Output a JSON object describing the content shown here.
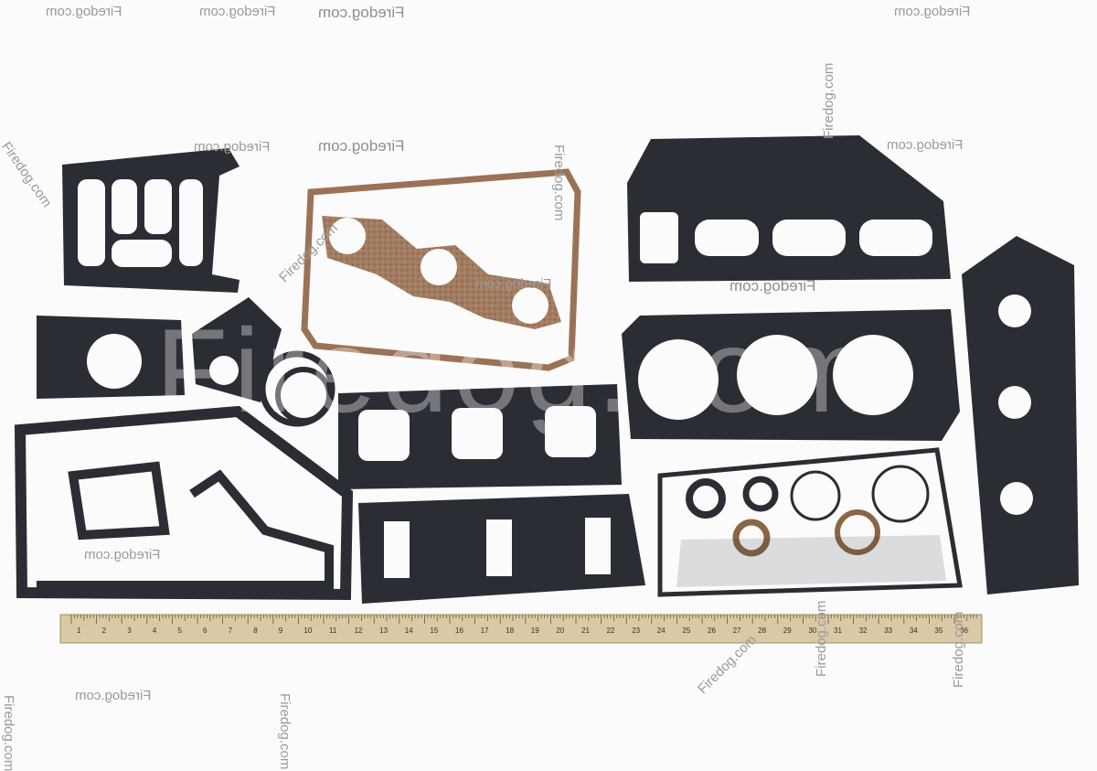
{
  "image": {
    "description_hidden": true,
    "watermark_text": "Firedog.com",
    "big_watermark": "Firedog.com",
    "ruler_numbers": [
      "1",
      "2",
      "3",
      "4",
      "5",
      "6",
      "7",
      "8",
      "9",
      "10",
      "11",
      "12",
      "13",
      "14",
      "15",
      "16",
      "17",
      "18",
      "19",
      "20",
      "21",
      "22",
      "23",
      "24",
      "25",
      "26",
      "27",
      "28",
      "29",
      "30",
      "31",
      "32",
      "33",
      "34",
      "35",
      "36"
    ],
    "colors": {
      "gasket": "#2b2d35",
      "cork": "#a17a5e",
      "ruler": "#d8c9a6",
      "background": "#fbfbfb"
    }
  }
}
